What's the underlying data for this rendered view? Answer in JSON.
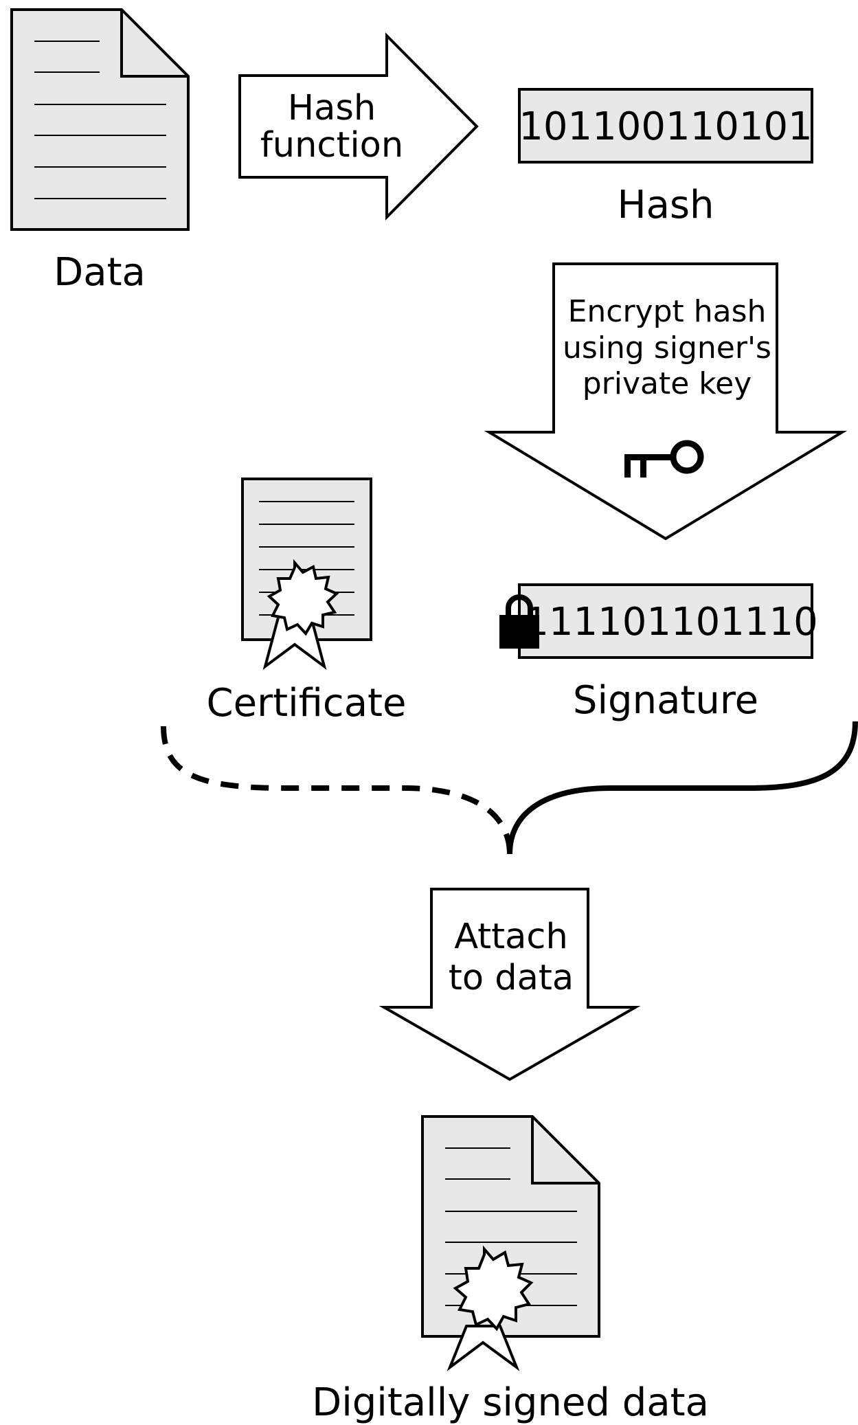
{
  "data_label": "Data",
  "hash_function": [
    "Hash",
    "function"
  ],
  "hash_value": "101100110101",
  "hash_label": "Hash",
  "encrypt_text": [
    "Encrypt hash",
    "using signer's",
    "private key"
  ],
  "signature_value": "111101101110",
  "signature_label": "Signature",
  "certificate_label": "Certificate",
  "attach_text": [
    "Attach",
    "to data"
  ],
  "signed_label": "Digitally signed data",
  "colors": {
    "paper": "#e8e8e8",
    "stroke": "#000000",
    "background": "#ffffff"
  }
}
